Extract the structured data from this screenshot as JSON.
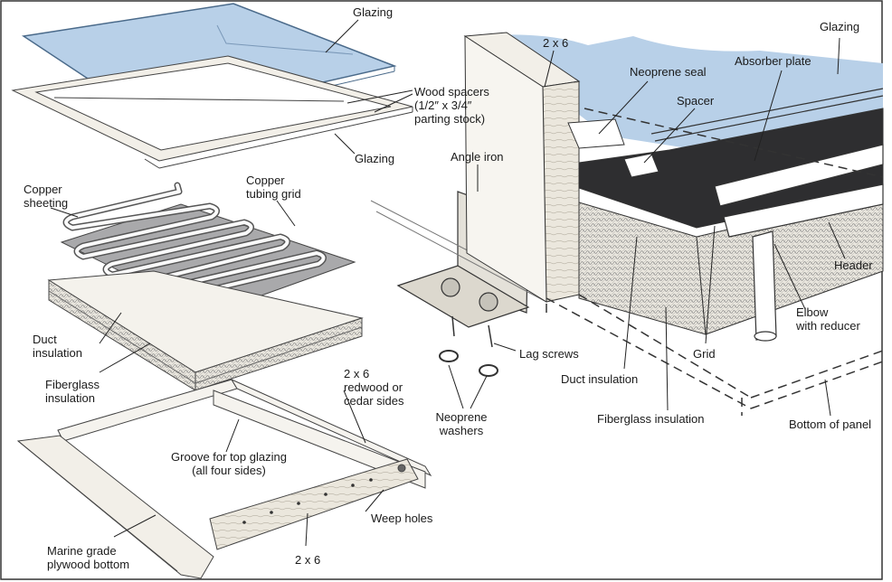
{
  "labels": {
    "glazing_top": "Glazing",
    "wood_spacers": "Wood spacers\n(1/2″ x 3/4″\nparting stock)",
    "glazing_mid": "Glazing",
    "copper_sheeting": "Copper\nsheeting",
    "copper_tubing_grid": "Copper\ntubing grid",
    "duct_insulation_left": "Duct\ninsulation",
    "fiberglass_insulation_left": "Fiberglass\ninsulation",
    "sides_2x6": "2 x 6\nredwood or\ncedar sides",
    "groove": "Groove for top glazing\n(all four sides)",
    "weep_holes": "Weep holes",
    "marine_plywood": "Marine grade\nplywood bottom",
    "bottom_2x6": "2 x 6",
    "angle_iron": "Angle iron",
    "lag_screws": "Lag screws",
    "neoprene_washers": "Neoprene\nwashers",
    "top_2x6": "2 x 6",
    "neoprene_seal": "Neoprene seal",
    "spacer": "Spacer",
    "absorber_plate": "Absorber plate",
    "glazing_right": "Glazing",
    "header": "Header",
    "elbow": "Elbow\nwith reducer",
    "grid": "Grid",
    "duct_insulation_right": "Duct insulation",
    "fiberglass_insulation_right": "Fiberglass insulation",
    "bottom_of_panel": "Bottom of panel"
  },
  "colors": {
    "glass": "#b8d0e8",
    "copper_sheet": "#a9a9ab",
    "absorber": "#2e2e30",
    "wood": "#e6e2d8",
    "line": "#3a3a3a"
  }
}
